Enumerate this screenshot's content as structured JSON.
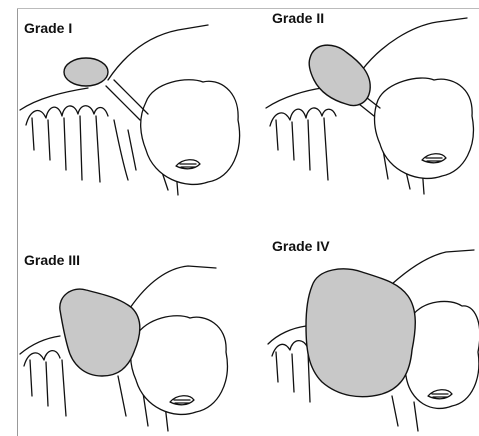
{
  "panels": [
    {
      "grade": "Grade I"
    },
    {
      "grade": "Grade II"
    },
    {
      "grade": "Grade III"
    },
    {
      "grade": "Grade IV"
    }
  ],
  "colors": {
    "mass": "#c8c8c8",
    "outline": "#111111",
    "background": "#ffffff"
  }
}
